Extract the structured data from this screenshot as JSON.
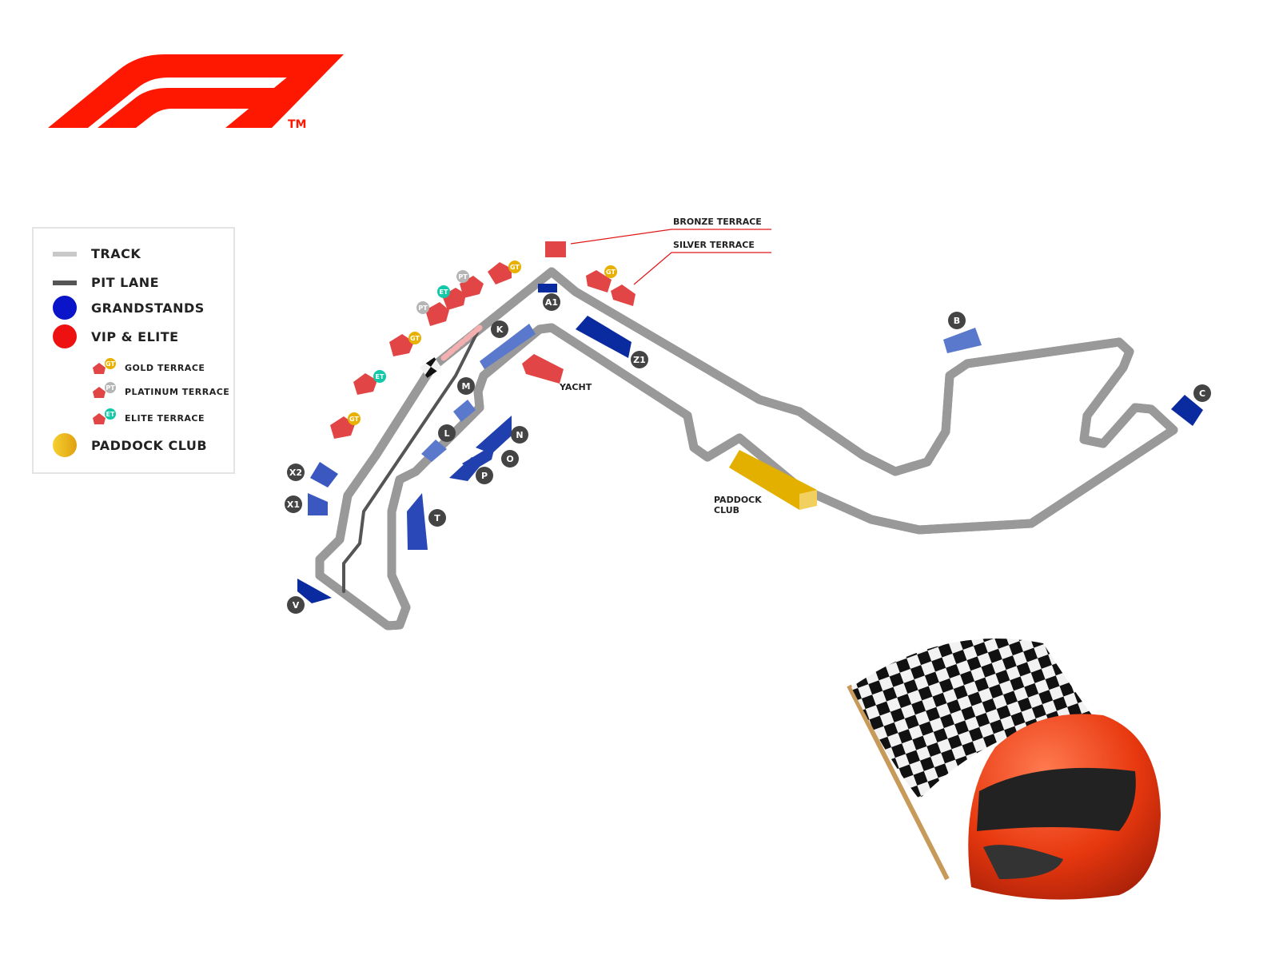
{
  "logo": {
    "text": "F1",
    "trademark": "TM",
    "color": "#ff1801"
  },
  "legend": {
    "items": [
      {
        "label": "TRACK",
        "color": "#c8c8c8"
      },
      {
        "label": "PIT LANE",
        "color": "#555555"
      },
      {
        "label": "GRANDSTANDS",
        "color": "#0a14c8"
      },
      {
        "label": "VIP & ELITE",
        "color": "#ee1111"
      },
      {
        "label": "PADDOCK CLUB",
        "color": "#f0bb10"
      }
    ],
    "terraces": [
      {
        "badge": "GT",
        "label": "GOLD TERRACE",
        "color": "#e8b000"
      },
      {
        "badge": "PT",
        "label": "PLATINUM TERRACE",
        "color": "#b5b5b5"
      },
      {
        "badge": "ET",
        "label": "ELITE TERRACE",
        "color": "#12c8a8"
      }
    ]
  },
  "map": {
    "grandstands": [
      "A1",
      "K",
      "Z1",
      "M",
      "L",
      "N",
      "O",
      "P",
      "T",
      "X2",
      "X1",
      "V",
      "B",
      "C"
    ],
    "callouts": {
      "bronze": "BRONZE TERRACE",
      "silver": "SILVER TERRACE",
      "yacht": "YACHT",
      "paddock_line1": "PADDOCK",
      "paddock_line2": "CLUB"
    },
    "terrace_badges": [
      "GT",
      "PT",
      "ET",
      "PT",
      "GT",
      "ET",
      "GT",
      "GT"
    ]
  }
}
